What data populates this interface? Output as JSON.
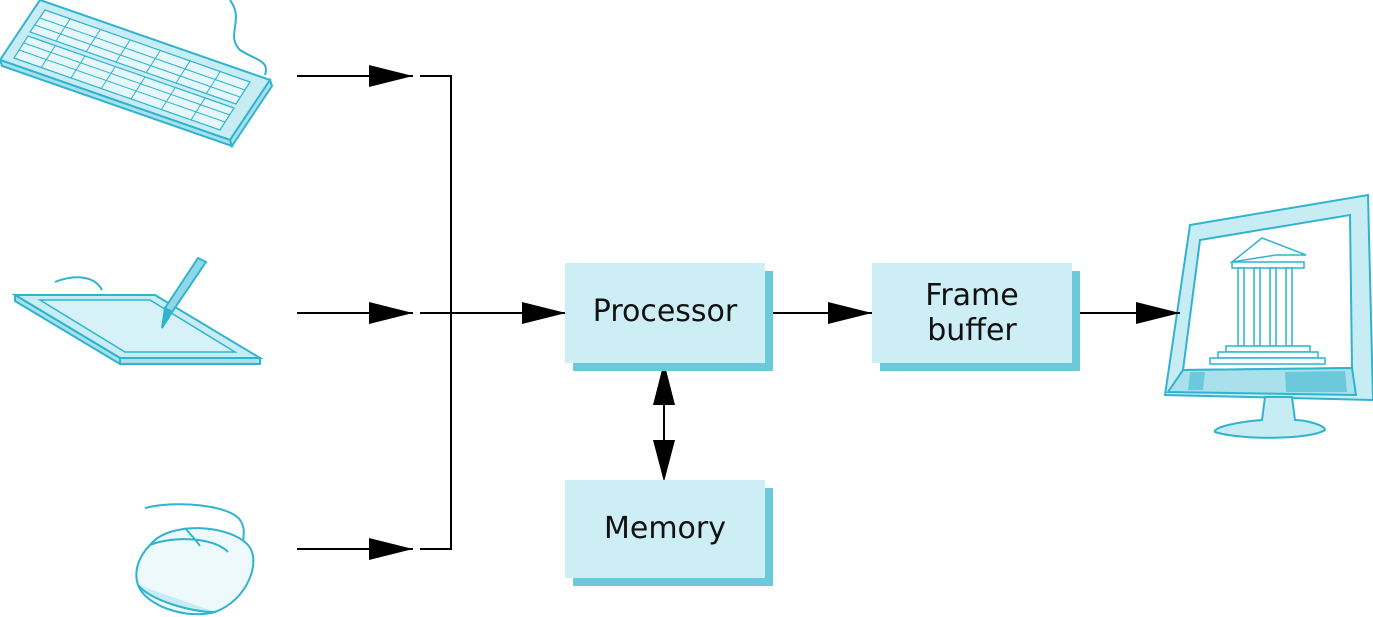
{
  "blocks": {
    "processor": "Processor",
    "frame_buffer_line1": "Frame",
    "frame_buffer_line2": "buffer",
    "memory": "Memory"
  },
  "icons": {
    "keyboard": "keyboard-icon",
    "tablet": "graphics-tablet-icon",
    "mouse": "mouse-icon",
    "monitor": "monitor-icon"
  },
  "colors": {
    "box_fill": "#cdeef5",
    "box_shadow": "#6cc9dc",
    "device_stroke": "#2fb4cf",
    "device_fill": "#c8ecf4",
    "line": "#000000"
  }
}
